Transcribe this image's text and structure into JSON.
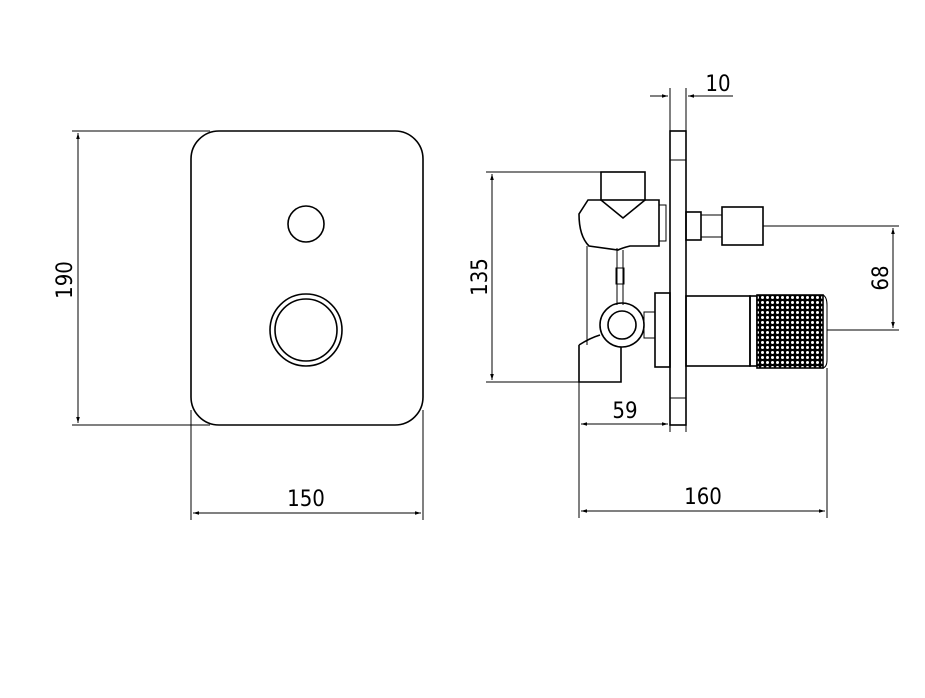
{
  "dimensions": {
    "plate_height": "190",
    "plate_width": "150",
    "body_height": "135",
    "plate_thickness": "10",
    "outlet_offset": "68",
    "body_depth": "59",
    "total_depth": "160"
  },
  "colors": {
    "line": "#000000",
    "background": "#ffffff"
  }
}
